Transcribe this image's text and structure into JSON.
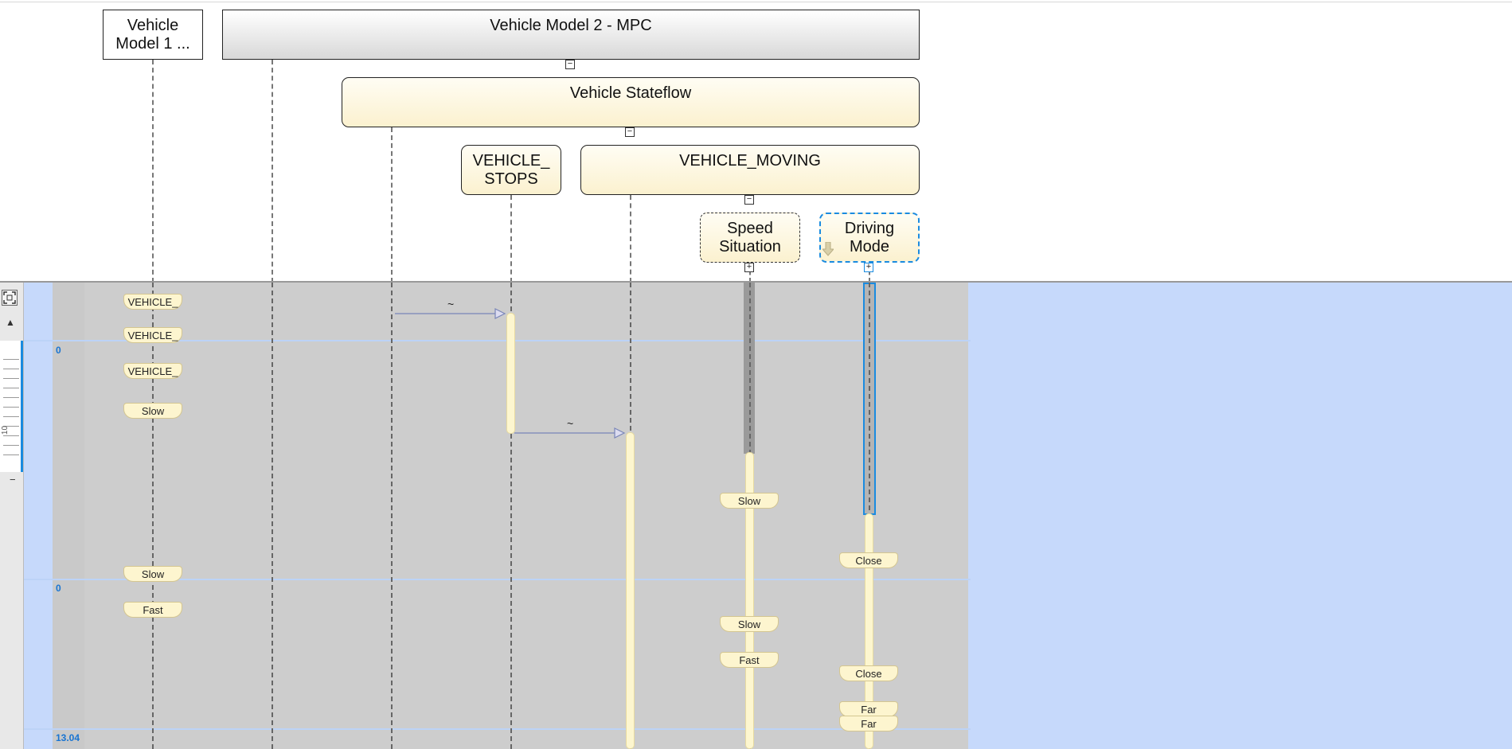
{
  "header": {
    "lifelines": {
      "vehicle_model_1": "Vehicle\nModel 1 ...",
      "vehicle_model_2": "Vehicle Model 2 - MPC",
      "vehicle_stateflow": "Vehicle Stateflow",
      "vehicle_stops": "VEHICLE_\nSTOPS",
      "vehicle_moving": "VEHICLE_MOVING",
      "speed_situation": "Speed\nSituation",
      "driving_mode": "Driving\nMode"
    },
    "collapse_glyph": "−",
    "expand_glyph": "+"
  },
  "left_toolbar": {
    "fit_icon": "fit-to-view-icon",
    "top_icon": "scroll-to-top-icon",
    "ruler_label": "10",
    "minus_label": "−"
  },
  "timeline": {
    "time_labels": [
      "0",
      "0",
      "13.04"
    ]
  },
  "messages": {
    "msg1": "~",
    "msg2": "~"
  },
  "tags": {
    "model1": [
      "VEHICLE_",
      "VEHICLE_",
      "VEHICLE_",
      "Slow",
      "Slow",
      "Fast"
    ],
    "speed": [
      "Slow",
      "Slow",
      "Fast"
    ],
    "driving": [
      "Close",
      "Close",
      "Far",
      "Far"
    ]
  },
  "colors": {
    "gray_lane": "#cdcdcd",
    "blue_lane": "#c6d9fb",
    "accent": "#1a8be0",
    "activation": "#fdf6cf"
  }
}
